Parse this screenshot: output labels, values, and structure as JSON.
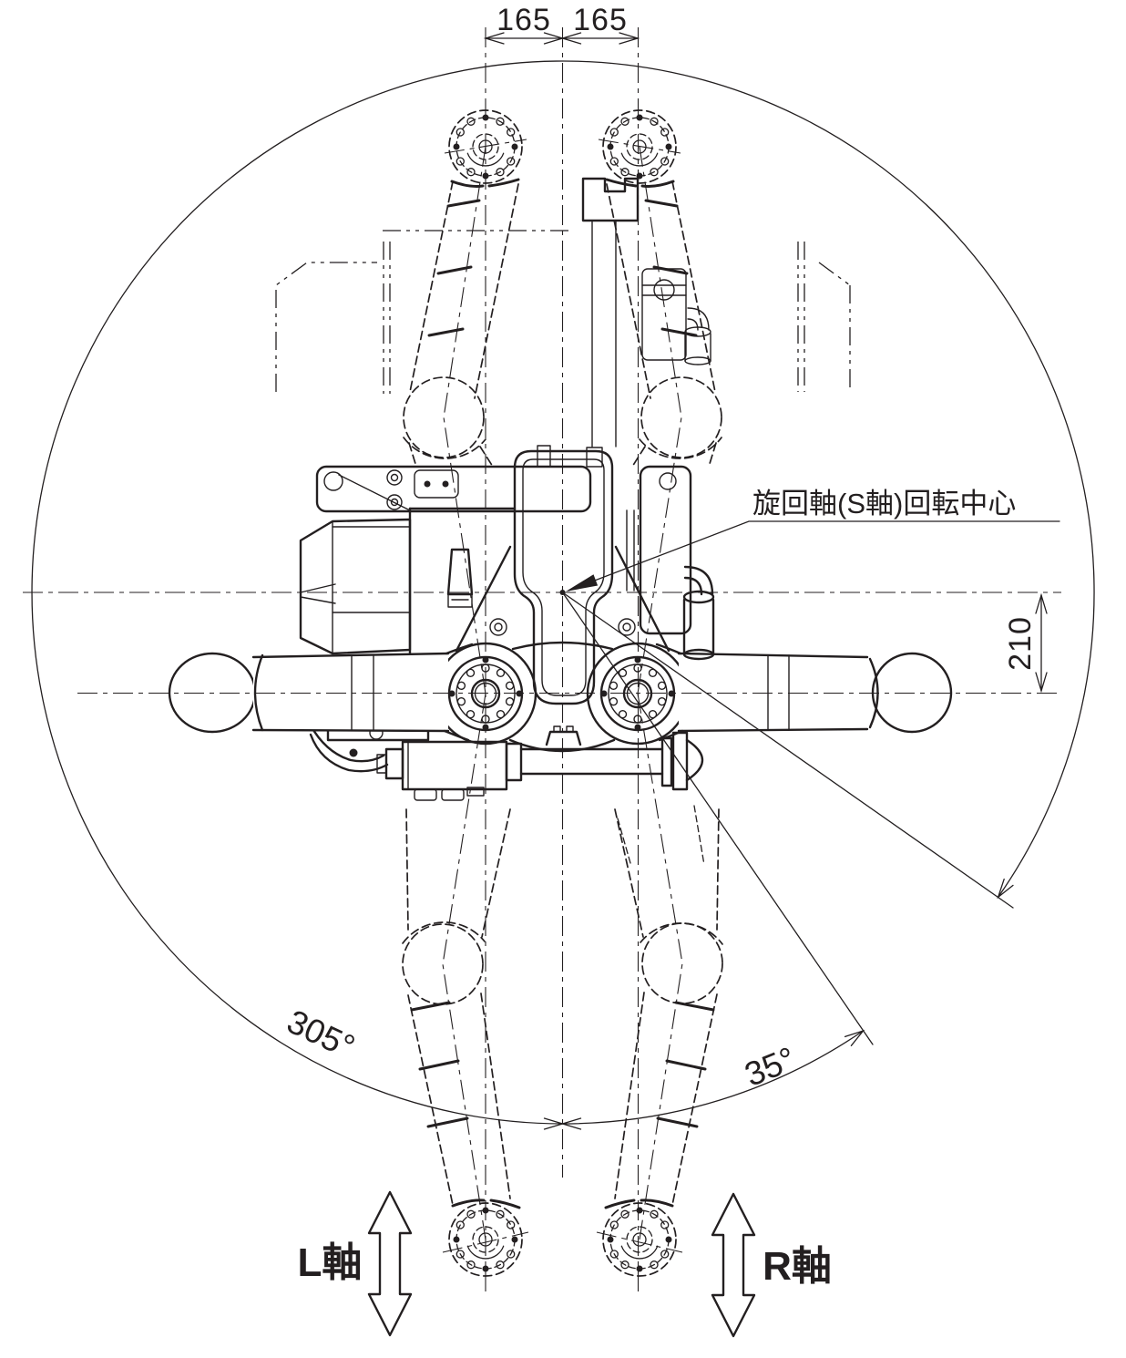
{
  "drawing": {
    "type": "robot-top-view-working-range",
    "labels": {
      "dim_left": "165",
      "dim_right": "165",
      "dim_offset": "210",
      "angle_main": "305°",
      "angle_sub": "35°",
      "leader_note": "旋回軸(S軸)回転中心",
      "axis_left": "L軸",
      "axis_right": "R軸"
    },
    "colors": {
      "line": "#231f20",
      "background": "#ffffff"
    }
  }
}
